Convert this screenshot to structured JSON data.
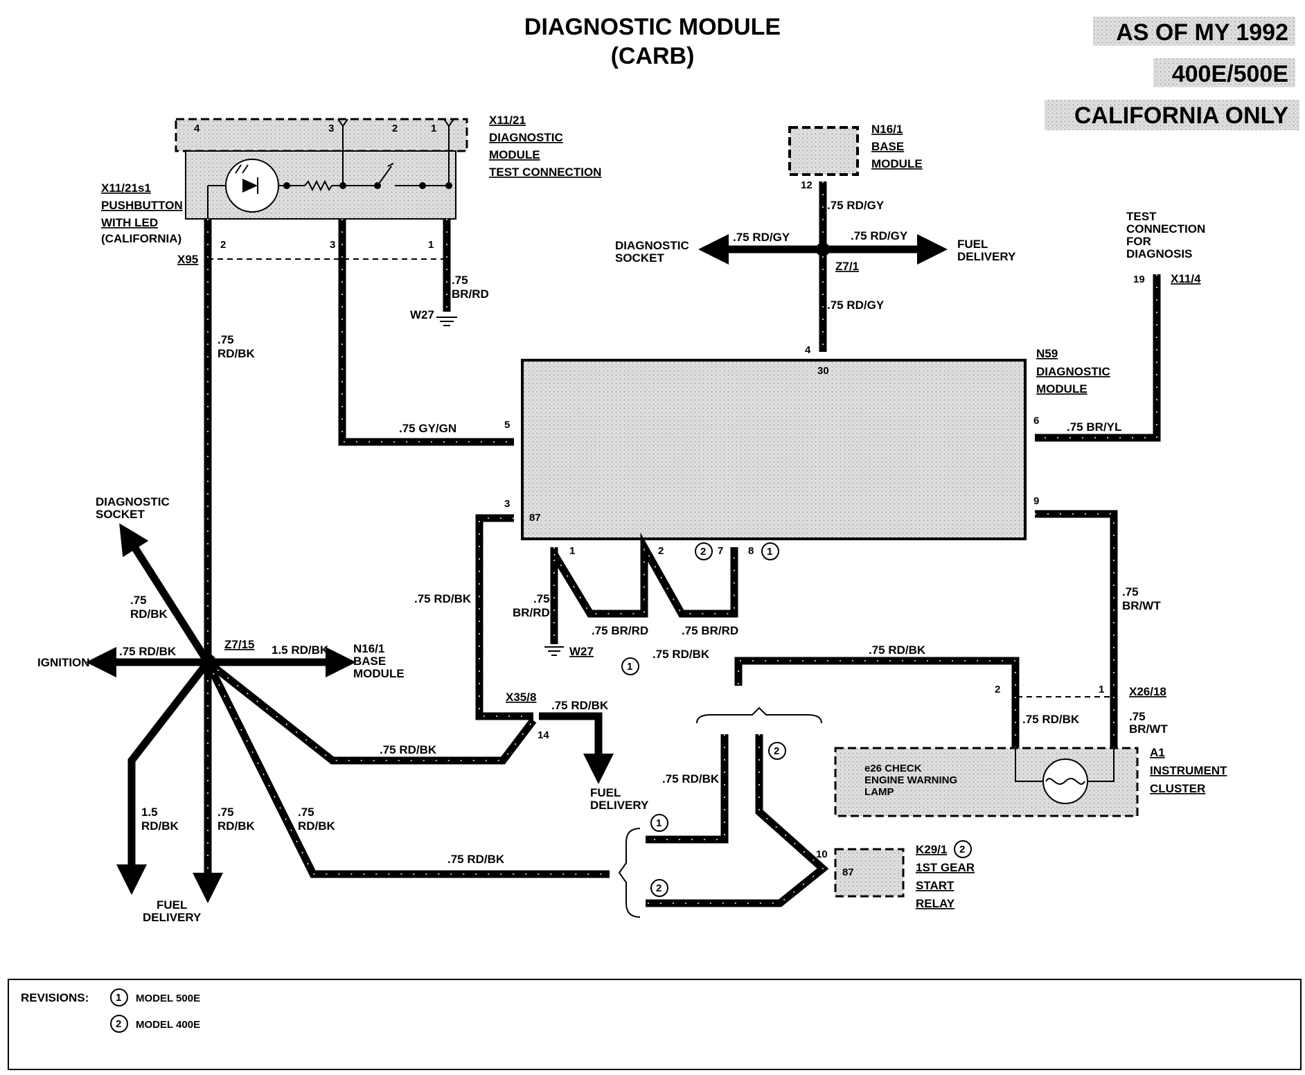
{
  "header": {
    "title_line1": "DIAGNOSTIC MODULE",
    "title_line2": "(CARB)"
  },
  "tags": {
    "model_year": "AS OF MY 1992",
    "models": "400E/500E",
    "region": "CALIFORNIA ONLY"
  },
  "components": {
    "x11_21": {
      "id": "X11/21",
      "l1": "DIAGNOSTIC",
      "l2": "MODULE",
      "l3": "TEST CONNECTION"
    },
    "x11_21s1": {
      "id": "X11/21s1",
      "l1": "PUSHBUTTON",
      "l2": "WITH LED",
      "l3": "(CALIFORNIA)"
    },
    "n16_1_top": {
      "id": "N16/1",
      "l1": "BASE",
      "l2": "MODULE"
    },
    "test_conn": {
      "l1": "TEST",
      "l2": "CONNECTION",
      "l3": "FOR",
      "l4": "DIAGNOSIS",
      "pin": "19",
      "id": "X11/4"
    },
    "n59": {
      "id": "N59",
      "l1": "DIAGNOSTIC",
      "l2": "MODULE",
      "pin30": "30",
      "pin87": "87"
    },
    "a1": {
      "id": "A1",
      "l1": "INSTRUMENT",
      "l2": "CLUSTER",
      "lamp1": "e26 CHECK",
      "lamp2": "ENGINE WARNING",
      "lamp3": "LAMP"
    },
    "k29_1": {
      "id": "K29/1",
      "l1": "1ST GEAR",
      "l2": "START",
      "l3": "RELAY",
      "pin87": "87",
      "pin10": "10"
    }
  },
  "labels": {
    "x95": "X95",
    "w27": "W27",
    "z7_1": "Z7/1",
    "z7_15": "Z7/15",
    "x35_8": "X35/8",
    "x26_18": "X26/18",
    "diag_socket": "DIAGNOSTIC",
    "socket": "SOCKET",
    "fuel": "FUEL",
    "delivery": "DELIVERY",
    "ignition": "IGNITION",
    "base": "BASE",
    "module": "MODULE",
    "n16_1": "N16/1"
  },
  "wires": {
    "rd_gy": ".75 RD/GY",
    "rd_bk": ".75 RD/BK",
    "br_rd": ".75 BR/RD",
    "br_rd_a": ".75",
    "br_rd_b": "BR/RD",
    "rd_bk_a": ".75",
    "rd_bk_b": "RD/BK",
    "gy_gn": ".75 GY/GN",
    "br_yl": ".75 BR/YL",
    "br_wt_a": ".75",
    "br_wt_b": "BR/WT",
    "r15a": "1.5",
    "r15b": "RD/BK",
    "r15": "1.5 RD/BK"
  },
  "pins": {
    "p1": "1",
    "p2": "2",
    "p3": "3",
    "p4": "4",
    "p5": "5",
    "p6": "6",
    "p7": "7",
    "p8": "8",
    "p9": "9",
    "p12": "12",
    "p14": "14"
  },
  "revisions": {
    "heading": "REVISIONS:",
    "n1": "1",
    "t1": "MODEL 500E",
    "n2": "2",
    "t2": "MODEL 400E"
  }
}
